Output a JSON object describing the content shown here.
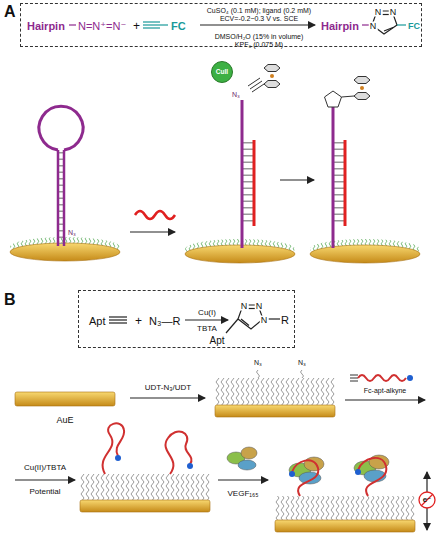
{
  "diagram": {
    "nodes": [
      {
        "text": [
          "Hairpin",
          "N=N⁺=N⁻",
          "+",
          "FC",
          "CuSO₄ (0.1 mM); ligand (0.2 mM)",
          "ECV=-0.2~0.3 V vs. SCE",
          "DMSO/H₂O (15% in volume)",
          "KPF₆ (0.075 M)",
          "Hairpin",
          "N",
          "N",
          "N",
          "FC"
        ]
      },
      {
        "text": [
          "CuII"
        ]
      },
      {
        "text": [
          "Apt",
          "+",
          "N₃—R",
          "Cu(I)",
          "TBTA",
          "N",
          "N",
          "N",
          "R",
          "Apt"
        ]
      }
    ],
    "labels": [
      "A",
      "N₃",
      "N₃",
      "B",
      "AuE",
      "UDT-N₃/UDT",
      "N₃",
      "N₃",
      "Fc-apt-alkyne",
      "Cu(II)/TBTA",
      "Potential",
      "VEGF₁₆₅",
      "e⁻"
    ]
  }
}
